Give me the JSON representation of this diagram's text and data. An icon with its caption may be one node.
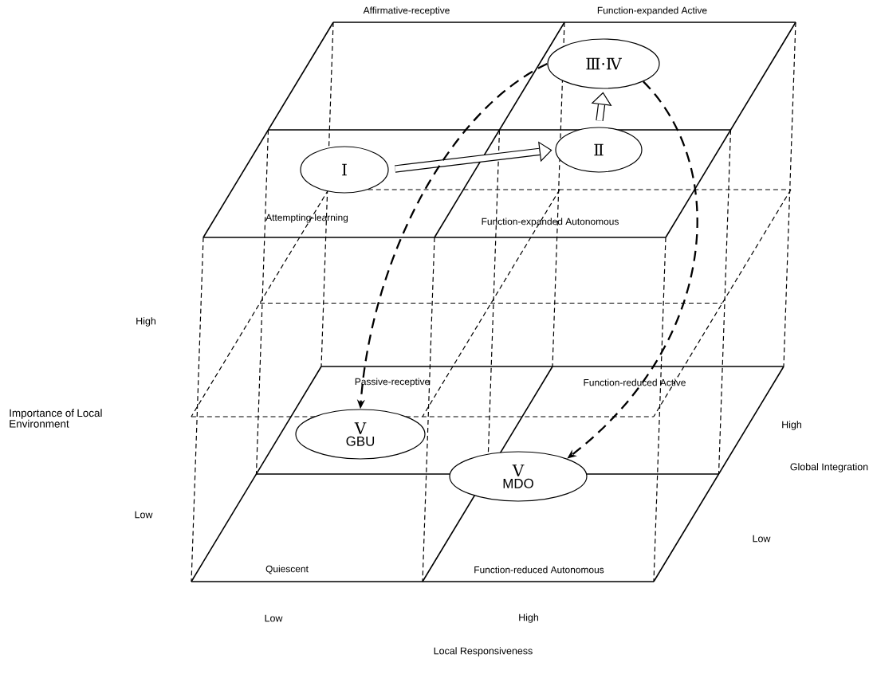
{
  "diagram": {
    "nodes": [
      {
        "text": [
          "Ⅰ"
        ]
      },
      {
        "text": [
          "Ⅱ"
        ]
      },
      {
        "text": [
          "Ⅲ·Ⅳ"
        ]
      },
      {
        "text": [
          "Ⅴ",
          "GBU"
        ]
      },
      {
        "text": [
          "Ⅴ",
          "MDO"
        ]
      }
    ],
    "edges": [
      {
        "from": 0,
        "to": 1,
        "arrow": "to",
        "style": "thick"
      },
      {
        "from": 1,
        "to": 2,
        "arrow": "to",
        "style": "thick"
      },
      {
        "from": 2,
        "to": 3,
        "arrow": "to",
        "style": "dashed"
      },
      {
        "from": 2,
        "to": 4,
        "arrow": "to",
        "style": "dashed"
      }
    ],
    "labels": [
      "Affirmative-receptive",
      "Function-expanded Active",
      "Attempting-learning",
      "Function-expanded Autonomous",
      "High",
      "Passive-receptive",
      "Function-reduced Active",
      "Importance of Local Environment",
      "High",
      "Global Integration",
      "Low",
      "Low",
      "Quiescent",
      "Function-reduced Autonomous",
      "Low",
      "High",
      "Local Responsiveness"
    ]
  }
}
